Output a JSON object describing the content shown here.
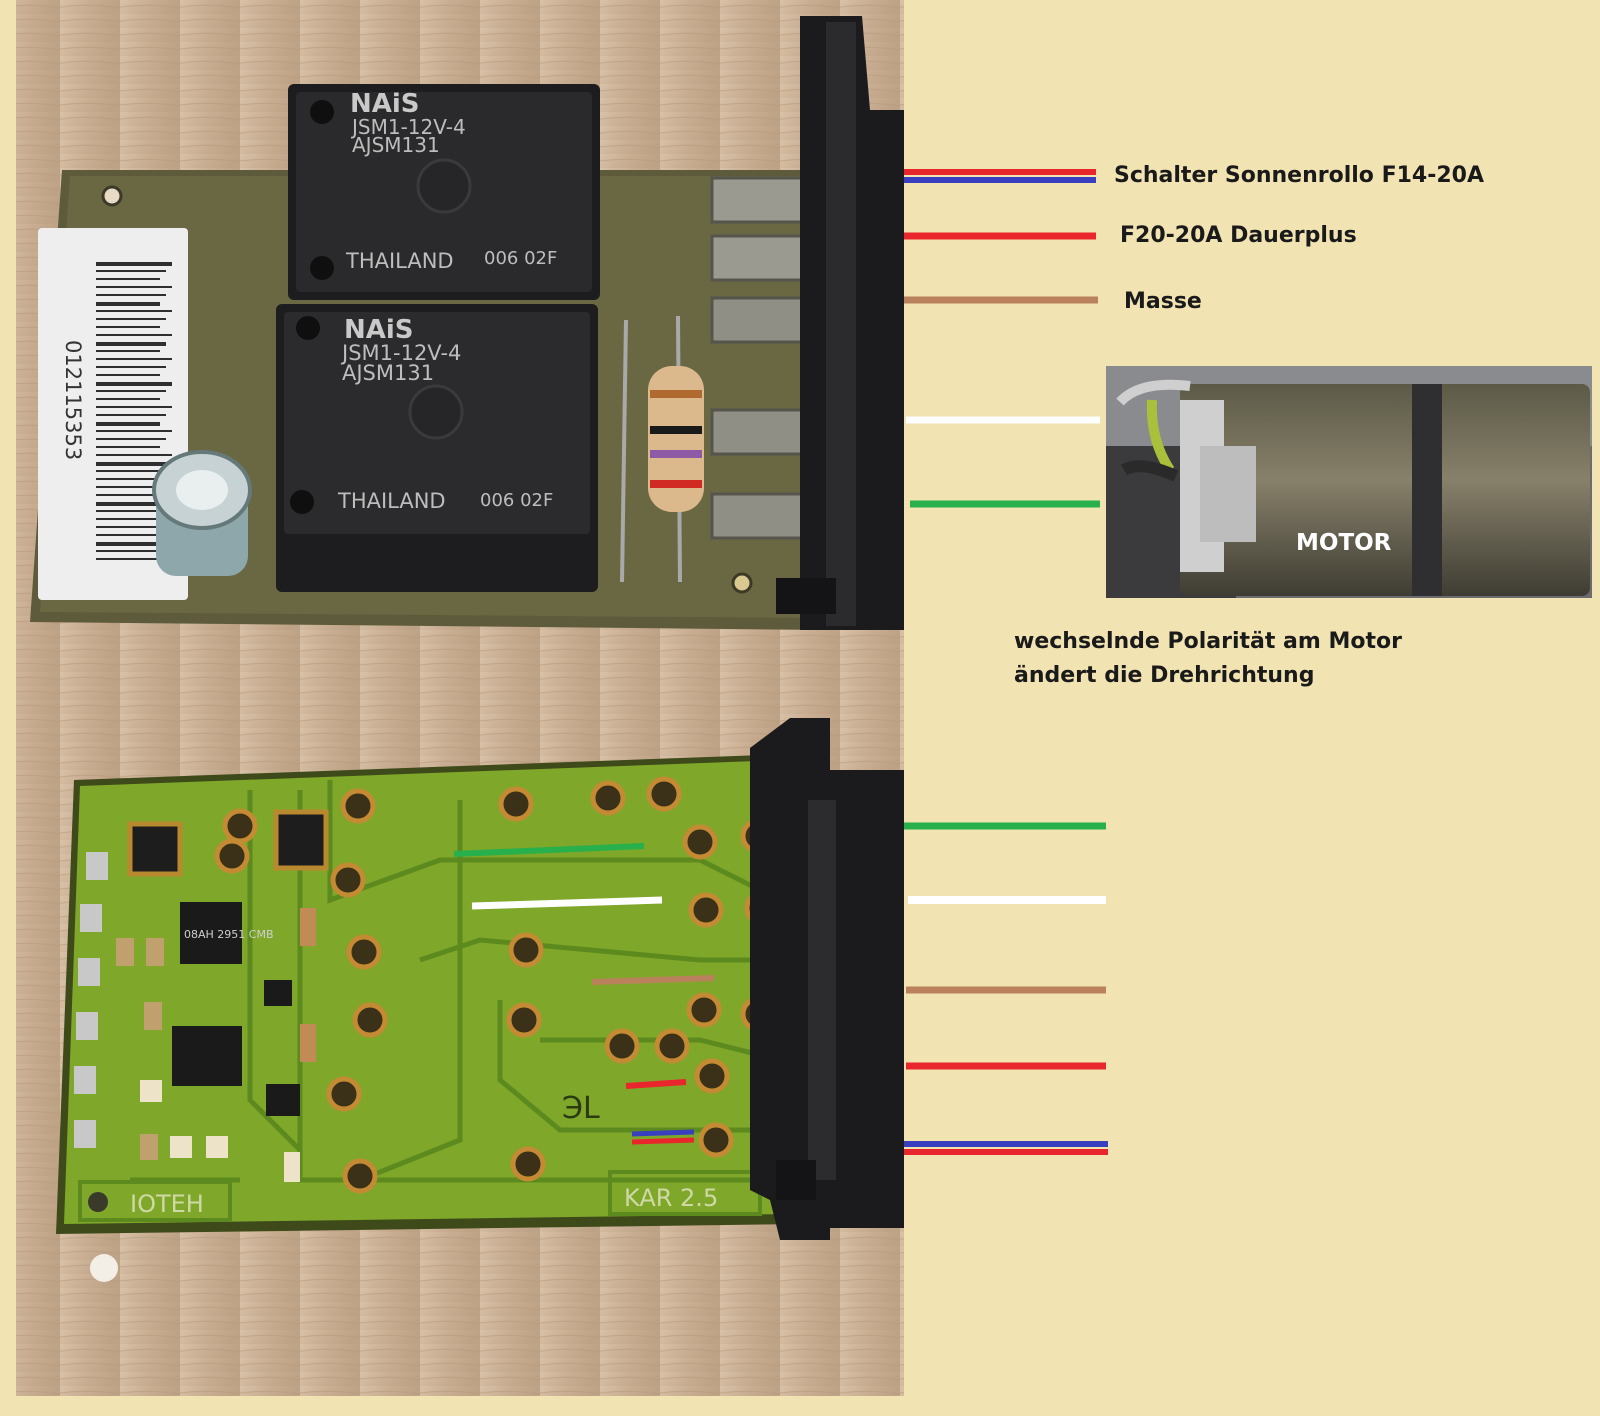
{
  "labels": {
    "switch": "Schalter  Sonnenrollo   F14-20A",
    "power": "F20-20A  Dauerplus",
    "ground": "Masse",
    "note_line1": "wechselnde Polarität am Motor",
    "note_line2": "ändert die Drehrichtung"
  },
  "motor": {
    "label": "MOTOR"
  },
  "relays": {
    "brand": "NAiS",
    "model": "JSM1-12V-4",
    "code": "AJSM131",
    "origin": "THAILAND",
    "lot": "006  02F"
  },
  "barcode": {
    "number": "012115353"
  },
  "pcb": {
    "ic1": "08AH 2951 CMB",
    "maker": "IOTEH",
    "version": "KAR 2.5",
    "logo": "ЭL"
  },
  "colors": {
    "red": "#e8262b",
    "blue": "#3a3fc0",
    "brown": "#b9825d",
    "white": "#ffffff",
    "green": "#27b04b",
    "background": "#f1e3b2"
  }
}
